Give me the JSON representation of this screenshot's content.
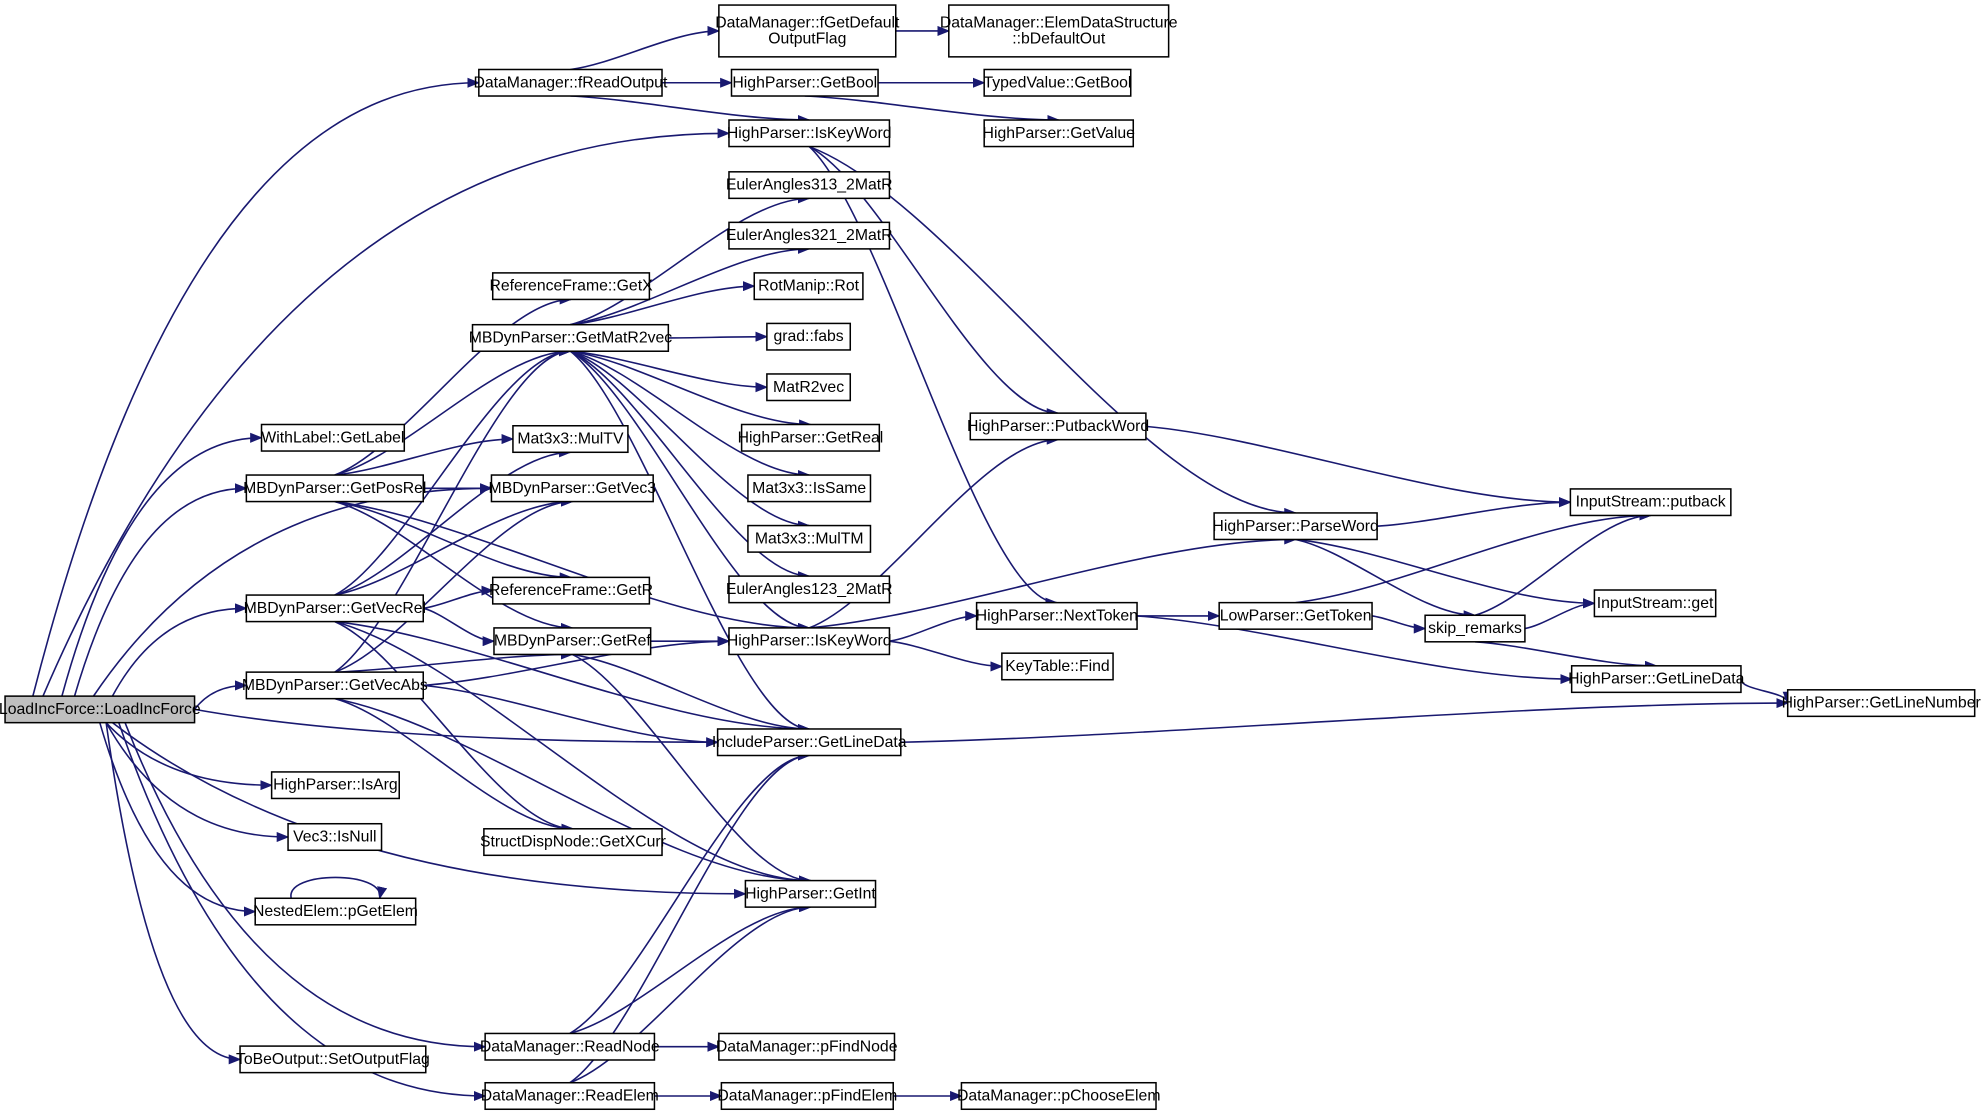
{
  "diagram": {
    "colors": {
      "edge": "#191970",
      "node_fill": "#ffffff",
      "node_border": "#000000",
      "root_fill": "#bfbfbf",
      "truncated_border": "#ff0000"
    },
    "nodes": [
      {
        "id": "root",
        "label": "LoadIncForce::LoadIncForce",
        "style": "root"
      },
      {
        "id": "fReadOutput",
        "label": "DataManager::fReadOutput"
      },
      {
        "id": "fGetDefaultOutputFlag",
        "label": [
          "DataManager::fGetDefault",
          "OutputFlag"
        ]
      },
      {
        "id": "bDefaultOut",
        "label": [
          "DataManager::ElemDataStructure",
          "::bDefaultOut"
        ]
      },
      {
        "id": "GetBool",
        "label": "HighParser::GetBool"
      },
      {
        "id": "TypedGetBool",
        "label": "TypedValue::GetBool"
      },
      {
        "id": "GetValue",
        "label": "HighParser::GetValue"
      },
      {
        "id": "IsKeyWordTop",
        "label": "HighParser::IsKeyWord"
      },
      {
        "id": "EA313",
        "label": "EulerAngles313_2MatR",
        "style": "truncated"
      },
      {
        "id": "EA321",
        "label": "EulerAngles321_2MatR",
        "style": "truncated"
      },
      {
        "id": "Rot",
        "label": "RotManip::Rot",
        "style": "truncated"
      },
      {
        "id": "fabs",
        "label": "grad::fabs"
      },
      {
        "id": "MatR2vec",
        "label": "MatR2vec",
        "style": "truncated"
      },
      {
        "id": "GetReal",
        "label": "HighParser::GetReal"
      },
      {
        "id": "IsSame",
        "label": "Mat3x3::IsSame",
        "style": "truncated"
      },
      {
        "id": "MulTM",
        "label": "Mat3x3::MulTM",
        "style": "truncated"
      },
      {
        "id": "EA123",
        "label": "EulerAngles123_2MatR",
        "style": "truncated"
      },
      {
        "id": "GetX",
        "label": "ReferenceFrame::GetX"
      },
      {
        "id": "GetMatR2vec",
        "label": "MBDynParser::GetMatR2vec"
      },
      {
        "id": "GetLabel",
        "label": "WithLabel::GetLabel"
      },
      {
        "id": "MulTV",
        "label": "Mat3x3::MulTV"
      },
      {
        "id": "GetPosRel",
        "label": "MBDynParser::GetPosRel"
      },
      {
        "id": "GetVec3",
        "label": "MBDynParser::GetVec3"
      },
      {
        "id": "GetR",
        "label": "ReferenceFrame::GetR"
      },
      {
        "id": "GetVecRel",
        "label": "MBDynParser::GetVecRel"
      },
      {
        "id": "GetRef",
        "label": "MBDynParser::GetRef"
      },
      {
        "id": "IsKeyWordMid",
        "label": "HighParser::IsKeyWord"
      },
      {
        "id": "GetVecAbs",
        "label": "MBDynParser::GetVecAbs"
      },
      {
        "id": "IncGetLineData",
        "label": "IncludeParser::GetLineData"
      },
      {
        "id": "IsArg",
        "label": "HighParser::IsArg"
      },
      {
        "id": "IsNull",
        "label": "Vec3::IsNull"
      },
      {
        "id": "GetXCurr",
        "label": "StructDispNode::GetXCurr"
      },
      {
        "id": "pGetElem",
        "label": "NestedElem::pGetElem"
      },
      {
        "id": "GetInt",
        "label": "HighParser::GetInt"
      },
      {
        "id": "ReadNode",
        "label": "DataManager::ReadNode"
      },
      {
        "id": "pFindNode",
        "label": "DataManager::pFindNode"
      },
      {
        "id": "SetOutputFlag",
        "label": "ToBeOutput::SetOutputFlag"
      },
      {
        "id": "ReadElem",
        "label": "DataManager::ReadElem"
      },
      {
        "id": "pFindElem",
        "label": "DataManager::pFindElem"
      },
      {
        "id": "pChooseElem",
        "label": "DataManager::pChooseElem"
      },
      {
        "id": "PutbackWord",
        "label": "HighParser::PutbackWord"
      },
      {
        "id": "NextToken",
        "label": "HighParser::NextToken"
      },
      {
        "id": "KeyTableFind",
        "label": "KeyTable::Find"
      },
      {
        "id": "ParseWord",
        "label": "HighParser::ParseWord"
      },
      {
        "id": "GetToken",
        "label": "LowParser::GetToken",
        "style": "truncated"
      },
      {
        "id": "skip_remarks",
        "label": "skip_remarks",
        "style": "truncated"
      },
      {
        "id": "putback",
        "label": "InputStream::putback"
      },
      {
        "id": "get",
        "label": "InputStream::get"
      },
      {
        "id": "HPGetLineData",
        "label": "HighParser::GetLineData"
      },
      {
        "id": "GetLineNumber",
        "label": "HighParser::GetLineNumber"
      }
    ],
    "edges": [
      [
        "root",
        "fReadOutput"
      ],
      [
        "root",
        "IsKeyWordTop"
      ],
      [
        "root",
        "GetLabel"
      ],
      [
        "root",
        "GetPosRel"
      ],
      [
        "root",
        "GetVec3"
      ],
      [
        "root",
        "GetVecRel"
      ],
      [
        "root",
        "GetVecAbs"
      ],
      [
        "root",
        "IncGetLineData"
      ],
      [
        "root",
        "IsArg"
      ],
      [
        "root",
        "IsNull"
      ],
      [
        "root",
        "pGetElem"
      ],
      [
        "root",
        "GetInt"
      ],
      [
        "root",
        "ReadNode"
      ],
      [
        "root",
        "SetOutputFlag"
      ],
      [
        "root",
        "ReadElem"
      ],
      [
        "fReadOutput",
        "fGetDefaultOutputFlag"
      ],
      [
        "fReadOutput",
        "GetBool"
      ],
      [
        "fReadOutput",
        "IsKeyWordTop"
      ],
      [
        "fGetDefaultOutputFlag",
        "bDefaultOut"
      ],
      [
        "GetBool",
        "TypedGetBool"
      ],
      [
        "GetBool",
        "GetValue"
      ],
      [
        "IsKeyWordTop",
        "PutbackWord"
      ],
      [
        "IsKeyWordTop",
        "NextToken"
      ],
      [
        "IsKeyWordTop",
        "ParseWord"
      ],
      [
        "GetMatR2vec",
        "EA313"
      ],
      [
        "GetMatR2vec",
        "EA321"
      ],
      [
        "GetMatR2vec",
        "Rot"
      ],
      [
        "GetMatR2vec",
        "fabs"
      ],
      [
        "GetMatR2vec",
        "MatR2vec"
      ],
      [
        "GetMatR2vec",
        "GetReal"
      ],
      [
        "GetMatR2vec",
        "IsSame"
      ],
      [
        "GetMatR2vec",
        "MulTM"
      ],
      [
        "GetMatR2vec",
        "EA123"
      ],
      [
        "GetMatR2vec",
        "IsKeyWordMid"
      ],
      [
        "GetMatR2vec",
        "IncGetLineData"
      ],
      [
        "GetPosRel",
        "GetX"
      ],
      [
        "GetPosRel",
        "GetMatR2vec"
      ],
      [
        "GetPosRel",
        "MulTV"
      ],
      [
        "GetPosRel",
        "GetVec3"
      ],
      [
        "GetPosRel",
        "GetR"
      ],
      [
        "GetPosRel",
        "GetRef"
      ],
      [
        "GetPosRel",
        "IsKeyWordMid"
      ],
      [
        "GetVecRel",
        "GetMatR2vec"
      ],
      [
        "GetVecRel",
        "MulTV"
      ],
      [
        "GetVecRel",
        "GetVec3"
      ],
      [
        "GetVecRel",
        "GetR"
      ],
      [
        "GetVecRel",
        "GetRef"
      ],
      [
        "GetVecRel",
        "IncGetLineData"
      ],
      [
        "GetVecRel",
        "GetXCurr"
      ],
      [
        "GetVecRel",
        "GetInt"
      ],
      [
        "GetVecAbs",
        "GetMatR2vec"
      ],
      [
        "GetVecAbs",
        "GetVec3"
      ],
      [
        "GetVecAbs",
        "GetRef"
      ],
      [
        "GetVecAbs",
        "IsKeyWordMid"
      ],
      [
        "GetVecAbs",
        "GetXCurr"
      ],
      [
        "GetVecAbs",
        "IncGetLineData"
      ],
      [
        "GetVecAbs",
        "GetInt"
      ],
      [
        "GetRef",
        "IsKeyWordMid"
      ],
      [
        "GetRef",
        "IncGetLineData"
      ],
      [
        "GetRef",
        "GetInt"
      ],
      [
        "IsKeyWordMid",
        "PutbackWord"
      ],
      [
        "IsKeyWordMid",
        "NextToken"
      ],
      [
        "IsKeyWordMid",
        "ParseWord"
      ],
      [
        "IsKeyWordMid",
        "KeyTableFind"
      ],
      [
        "NextToken",
        "GetToken"
      ],
      [
        "NextToken",
        "HPGetLineData"
      ],
      [
        "PutbackWord",
        "putback"
      ],
      [
        "ParseWord",
        "putback"
      ],
      [
        "ParseWord",
        "get"
      ],
      [
        "ParseWord",
        "skip_remarks"
      ],
      [
        "GetToken",
        "putback"
      ],
      [
        "GetToken",
        "skip_remarks"
      ],
      [
        "skip_remarks",
        "putback"
      ],
      [
        "skip_remarks",
        "get"
      ],
      [
        "skip_remarks",
        "HPGetLineData"
      ],
      [
        "HPGetLineData",
        "GetLineNumber"
      ],
      [
        "IncGetLineData",
        "GetLineNumber"
      ],
      [
        "pGetElem",
        "pGetElem"
      ],
      [
        "ReadNode",
        "IncGetLineData"
      ],
      [
        "ReadNode",
        "GetInt"
      ],
      [
        "ReadNode",
        "pFindNode"
      ],
      [
        "ReadElem",
        "IncGetLineData"
      ],
      [
        "ReadElem",
        "GetInt"
      ],
      [
        "ReadElem",
        "pFindElem"
      ],
      [
        "pFindElem",
        "pChooseElem"
      ]
    ]
  }
}
